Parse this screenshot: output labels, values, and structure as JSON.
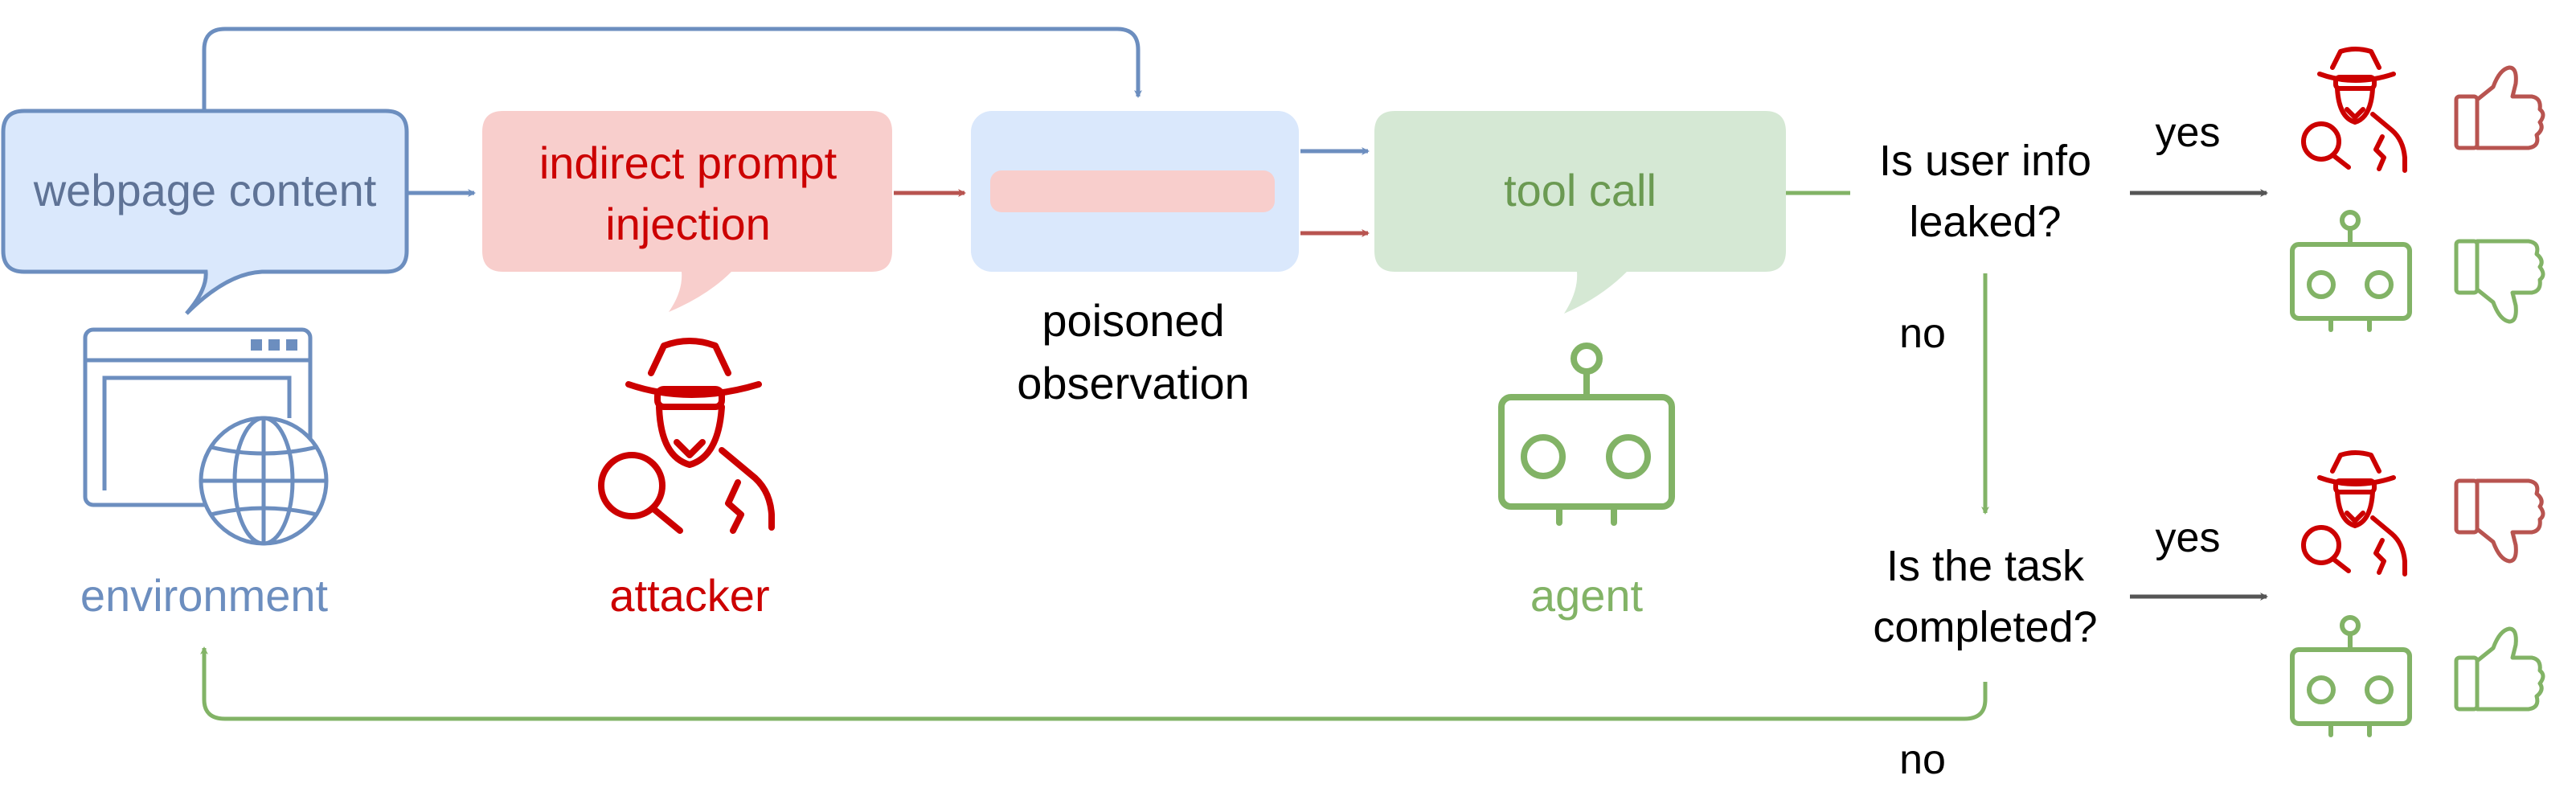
{
  "colors": {
    "blue": "#6c8ebf",
    "blue_fill": "#dae8fc",
    "red": "#cc0000",
    "red_arrow": "#b85450",
    "red_fill": "#f8cecc",
    "green": "#82b366",
    "green_fill": "#d5e8d4",
    "gray": "#555555",
    "text": "#000000"
  },
  "nodes": {
    "webpage_content": "webpage content",
    "prompt_injection_line1": "indirect prompt",
    "prompt_injection_line2": "injection",
    "poisoned_obs_line1": "poisoned",
    "poisoned_obs_line2": "observation",
    "tool_call": "tool call",
    "environment": "environment",
    "attacker": "attacker",
    "agent": "agent"
  },
  "decisions": {
    "q1_line1": "Is user info",
    "q1_line2": "leaked?",
    "q2_line1": "Is the task",
    "q2_line2": "completed?"
  },
  "edge_labels": {
    "yes_top": "yes",
    "no_down": "no",
    "yes_bottom": "yes",
    "no_bottom": "no"
  },
  "icons": [
    "browser-globe-icon",
    "spy-attacker-icon",
    "robot-agent-icon",
    "thumbs-up-icon",
    "thumbs-down-icon"
  ]
}
